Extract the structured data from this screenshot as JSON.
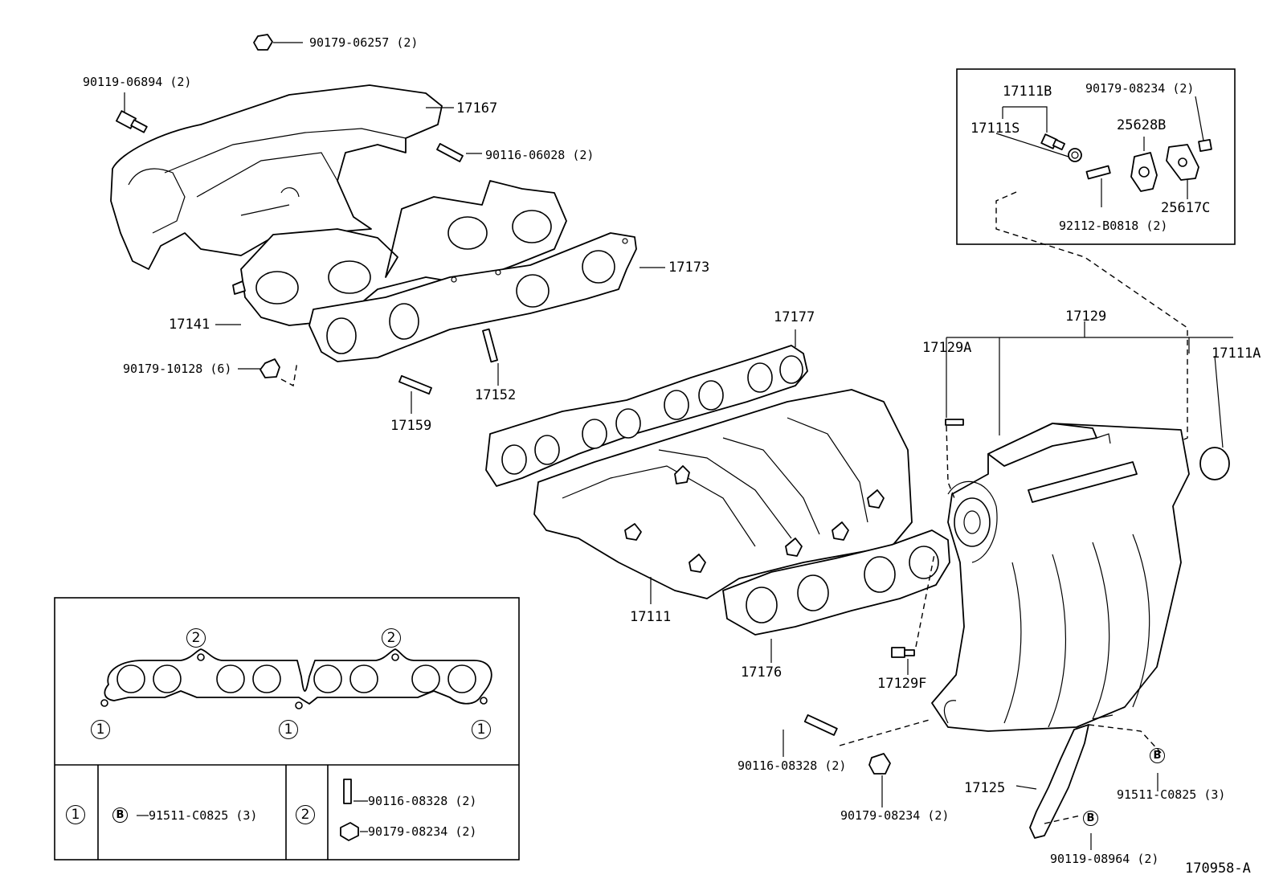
{
  "diagram_id": "170958-A",
  "callouts": [
    {
      "id": "c1",
      "text": "90179-06257 (2)"
    },
    {
      "id": "c2",
      "text": "90119-06894 (2)"
    },
    {
      "id": "c3",
      "text": "17167"
    },
    {
      "id": "c4",
      "text": "90116-06028 (2)"
    },
    {
      "id": "c5",
      "text": "17173"
    },
    {
      "id": "c6",
      "text": "17141"
    },
    {
      "id": "c7",
      "text": "90179-10128 (6)"
    },
    {
      "id": "c8",
      "text": "17152"
    },
    {
      "id": "c9",
      "text": "17159"
    },
    {
      "id": "c10",
      "text": "17177"
    },
    {
      "id": "c11",
      "text": "17129"
    },
    {
      "id": "c12",
      "text": "17129A"
    },
    {
      "id": "c13",
      "text": "17111A"
    },
    {
      "id": "c14",
      "text": "17111"
    },
    {
      "id": "c15",
      "text": "17176"
    },
    {
      "id": "c16",
      "text": "17129F"
    },
    {
      "id": "c17",
      "text": "90116-08328 (2)"
    },
    {
      "id": "c18",
      "text": "90179-08234 (2)"
    },
    {
      "id": "c19",
      "text": "17125"
    },
    {
      "id": "c20",
      "text": "91511-C0825 (3)"
    },
    {
      "id": "c21",
      "text": "90119-08964 (2)"
    }
  ],
  "inset_top_right": {
    "labels": [
      {
        "id": "i1",
        "text": "17111B"
      },
      {
        "id": "i2",
        "text": "90179-08234 (2)"
      },
      {
        "id": "i3",
        "text": "17111S"
      },
      {
        "id": "i4",
        "text": "25628B"
      },
      {
        "id": "i5",
        "text": "25617C"
      },
      {
        "id": "i6",
        "text": "92112-B0818 (2)"
      }
    ]
  },
  "inset_bottom_left": {
    "markers": {
      "one": "1",
      "two": "2"
    },
    "bolt_marker": "B",
    "row_one_part": "91511-C0825 (3)",
    "row_two_parts": [
      "90116-08328 (2)",
      "90179-08234 (2)"
    ]
  },
  "bolt_marker_right": "B"
}
